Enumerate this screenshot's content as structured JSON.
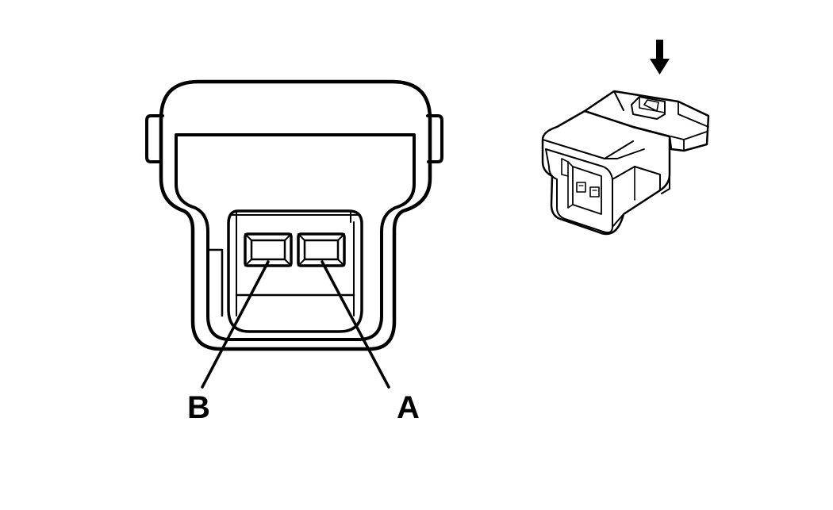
{
  "connector_face": {
    "pins": [
      {
        "id": "B",
        "label": "B"
      },
      {
        "id": "A",
        "label": "A"
      }
    ]
  },
  "isometric_view": {
    "view_direction_icon": "down-arrow-icon"
  },
  "colors": {
    "line": "#000000",
    "background": "#ffffff"
  }
}
